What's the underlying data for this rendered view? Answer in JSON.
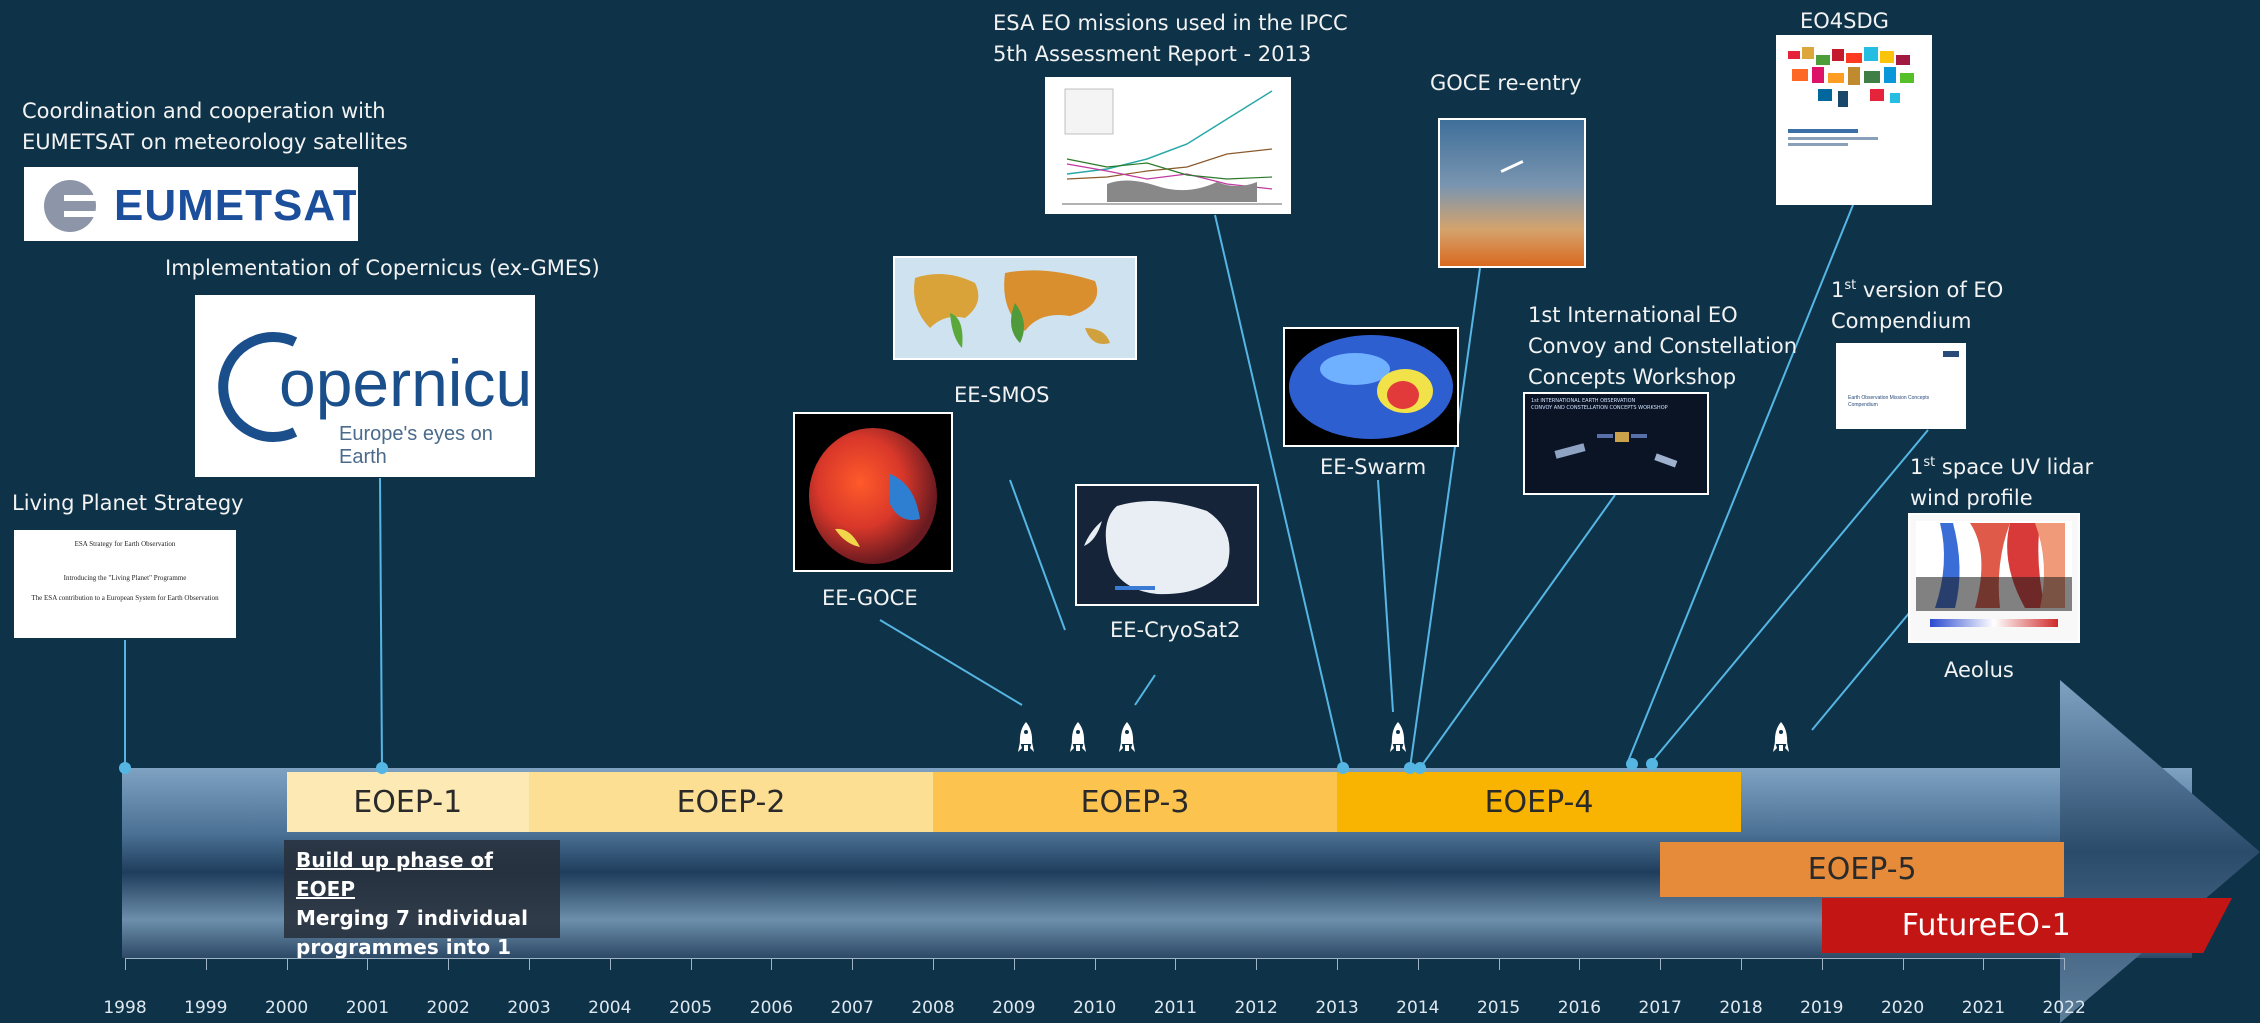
{
  "captions": {
    "eumetsat": "Coordination and cooperation with\nEUMETSAT on meteorology satellites",
    "copernicus": "Implementation of Copernicus (ex-GMES)",
    "living_planet": "Living Planet Strategy",
    "ee_goce": "EE-GOCE",
    "ee_smos": "EE-SMOS",
    "ee_cryosat2": "EE-CryoSat2",
    "ipcc": "ESA EO missions used in the IPCC\n5th Assessment Report - 2013",
    "goce_reentry": "GOCE re-entry",
    "ee_swarm": "EE-Swarm",
    "convoy": "1st International EO\nConvoy and Constellation\nConcepts Workshop",
    "eo4sdg": "EO4SDG",
    "compendium_sup": "st",
    "compendium_pre": "1",
    "compendium_post": " version of EO\nCompendium",
    "aeolus_pre": "1",
    "aeolus_sup": "st",
    "aeolus_post": " space UV lidar\nwind profile",
    "aeolus": "Aeolus"
  },
  "logos": {
    "eumetsat": "EUMETSAT",
    "copernicus_main": "opernicus",
    "copernicus_tag": "Europe's eyes on Earth"
  },
  "images": {
    "living_planet_doc": [
      "ESA Strategy for Earth Observation",
      "Introducing the \"Living Planet\" Programme",
      "The ESA contribution to a European System for Earth Observation"
    ],
    "convoy_img_title": "1st INTERNATIONAL EARTH OBSERVATION\nCONVOY AND CONSTELLATION CONCEPTS WORKSHOP",
    "compendium_text": "Earth Observation Mission Concepts\nCompendium"
  },
  "programmes": [
    {
      "label": "EOEP-1",
      "start": 2000,
      "end": 2003,
      "color": "#fde9b4"
    },
    {
      "label": "EOEP-2",
      "start": 2003,
      "end": 2008,
      "color": "#fddf93"
    },
    {
      "label": "EOEP-3",
      "start": 2008,
      "end": 2013,
      "color": "#fcc44e"
    },
    {
      "label": "EOEP-4",
      "start": 2013,
      "end": 2018,
      "color": "#f8b400"
    },
    {
      "label": "EOEP-5",
      "start": 2017,
      "end": 2022,
      "color": "#e58b3a"
    },
    {
      "label": "FutureEO-1",
      "start": 2019,
      "end": 2022.5,
      "color": "#c41515"
    }
  ],
  "buildup": {
    "title": "Build up phase of EOEP",
    "text": "Merging 7 individual\nprogrammes into 1"
  },
  "years": [
    "1998",
    "1999",
    "2000",
    "2001",
    "2002",
    "2003",
    "2004",
    "2005",
    "2006",
    "2007",
    "2008",
    "2009",
    "2010",
    "2011",
    "2012",
    "2013",
    "2014",
    "2015",
    "2016",
    "2017",
    "2018",
    "2019",
    "2020",
    "2021",
    "2022"
  ],
  "launches": [
    2009.15,
    2009.8,
    2010.4,
    2013.75,
    2018.5
  ],
  "colors": {
    "background": "#0e3349",
    "leader": "#56b6e3"
  }
}
